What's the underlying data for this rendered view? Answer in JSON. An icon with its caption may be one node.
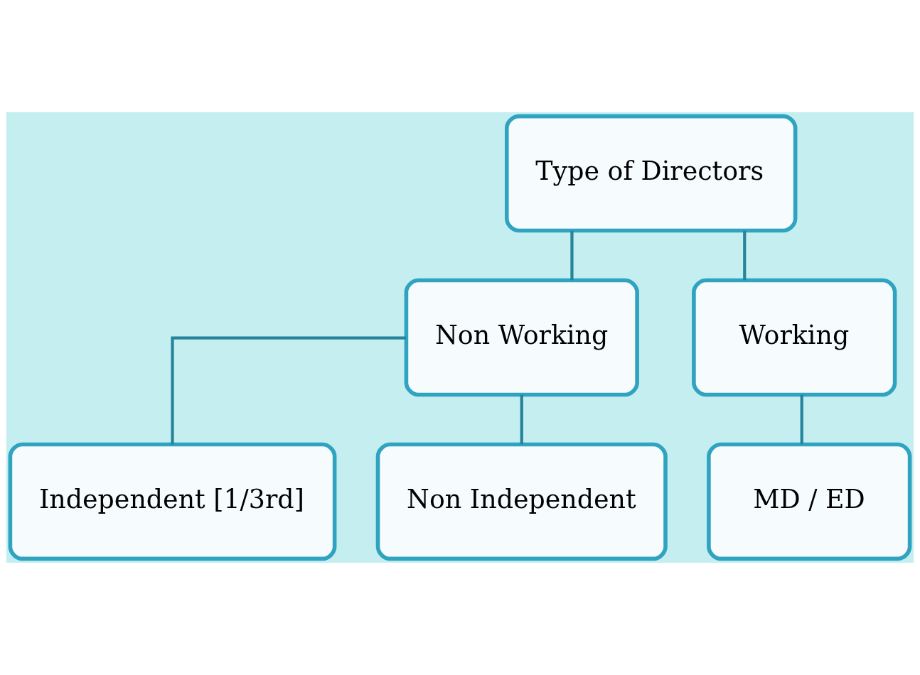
{
  "diagram": {
    "nodes": [
      {
        "text": [
          "Type of Directors"
        ]
      },
      {
        "text": [
          "Non Working"
        ]
      },
      {
        "text": [
          "Working"
        ]
      },
      {
        "text": [
          "Independent [1/3rd]"
        ]
      },
      {
        "text": [
          "Non Independent"
        ]
      },
      {
        "text": [
          "MD / ED"
        ]
      }
    ],
    "edges": [
      {
        "from": 0,
        "to": 1,
        "arrow": "none"
      },
      {
        "from": 0,
        "to": 2,
        "arrow": "none"
      },
      {
        "from": 1,
        "to": 3,
        "arrow": "none"
      },
      {
        "from": 1,
        "to": 4,
        "arrow": "none"
      },
      {
        "from": 2,
        "to": 5,
        "arrow": "none"
      }
    ]
  }
}
